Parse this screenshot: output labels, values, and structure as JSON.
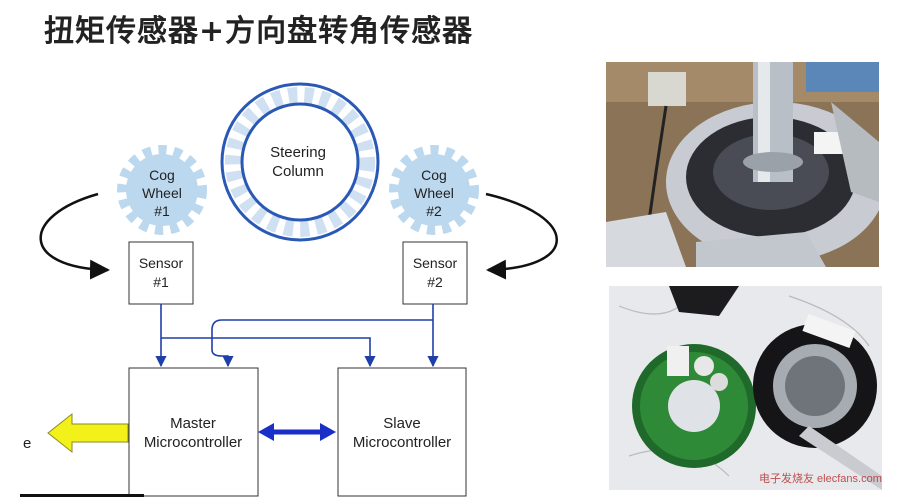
{
  "title": "扭矩传感器+方向盘转角传感器",
  "diagram": {
    "steering_column": {
      "line1": "Steering",
      "line2": "Column"
    },
    "cog_wheel_1": {
      "line1": "Cog",
      "line2": "Wheel",
      "line3": "#1"
    },
    "cog_wheel_2": {
      "line1": "Cog",
      "line2": "Wheel",
      "line3": "#2"
    },
    "sensor_1": {
      "line1": "Sensor",
      "line2": "#1"
    },
    "sensor_2": {
      "line1": "Sensor",
      "line2": "#2"
    },
    "master": {
      "line1": "Master",
      "line2": "Microcontroller"
    },
    "slave": {
      "line1": "Slave",
      "line2": "Microcontroller"
    },
    "output_label": "e"
  },
  "colors": {
    "gear_fill": "#bcd8ee",
    "ring_stroke": "#2a59b5",
    "connector_blue": "#1f3fa8",
    "arrow_yellow": "#f2f21a",
    "double_arrow_blue": "#1a2ec8"
  },
  "photos": {
    "top": {
      "icon": "steering-sensor-assembly-photo"
    },
    "bottom": {
      "icon": "sensor-circuit-board-photo",
      "watermark": "电子发烧友 elecfans.com"
    }
  }
}
